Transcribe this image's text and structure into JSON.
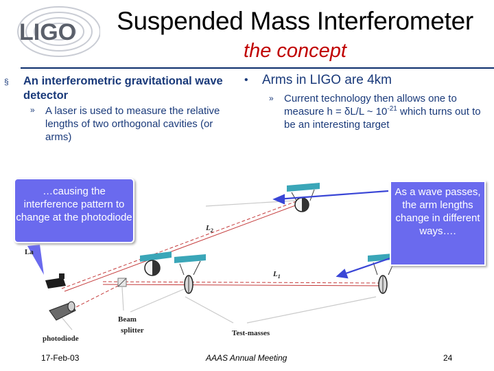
{
  "header": {
    "logo_text": "LIGO",
    "title": "Suspended Mass Interferometer",
    "subtitle": "the concept"
  },
  "content": {
    "bullet1": "An interferometric gravitational wave detector",
    "bullet1_sub": "A laser is used to measure the relative lengths of two orthogonal cavities (or arms)",
    "bullet2": "Arms in LIGO are 4km",
    "bullet2_sub_pre": "Current technology then allows one to measure h = δL/L ~ 10",
    "bullet2_sub_exp": "-21",
    "bullet2_sub_post": " which turns out to be an interesting target",
    "bullet_marker": "§",
    "sub_marker": "»",
    "bullet1_trailing": "•"
  },
  "diagram": {
    "labels": {
      "l2": "L",
      "l2_sub": "2",
      "l1": "L",
      "l1_sub": "1",
      "laser": "La",
      "beam_splitter_1": "Beam",
      "beam_splitter_2": "splitter",
      "test_masses": "Test-masses",
      "photodiode": "photodiode"
    },
    "callout_left": "…causing the interference pattern to change at the photodiode",
    "callout_right": "As a wave passes, the arm lengths change in different ways….",
    "colors": {
      "mirror": "#3aa6b8",
      "beam": "#c43a3a",
      "callout": "#6a6aee",
      "accent_text": "#1a3a7a",
      "subtitle": "#c00000"
    }
  },
  "footer": {
    "date": "17-Feb-03",
    "meeting": "AAAS Annual Meeting",
    "page": "24"
  }
}
